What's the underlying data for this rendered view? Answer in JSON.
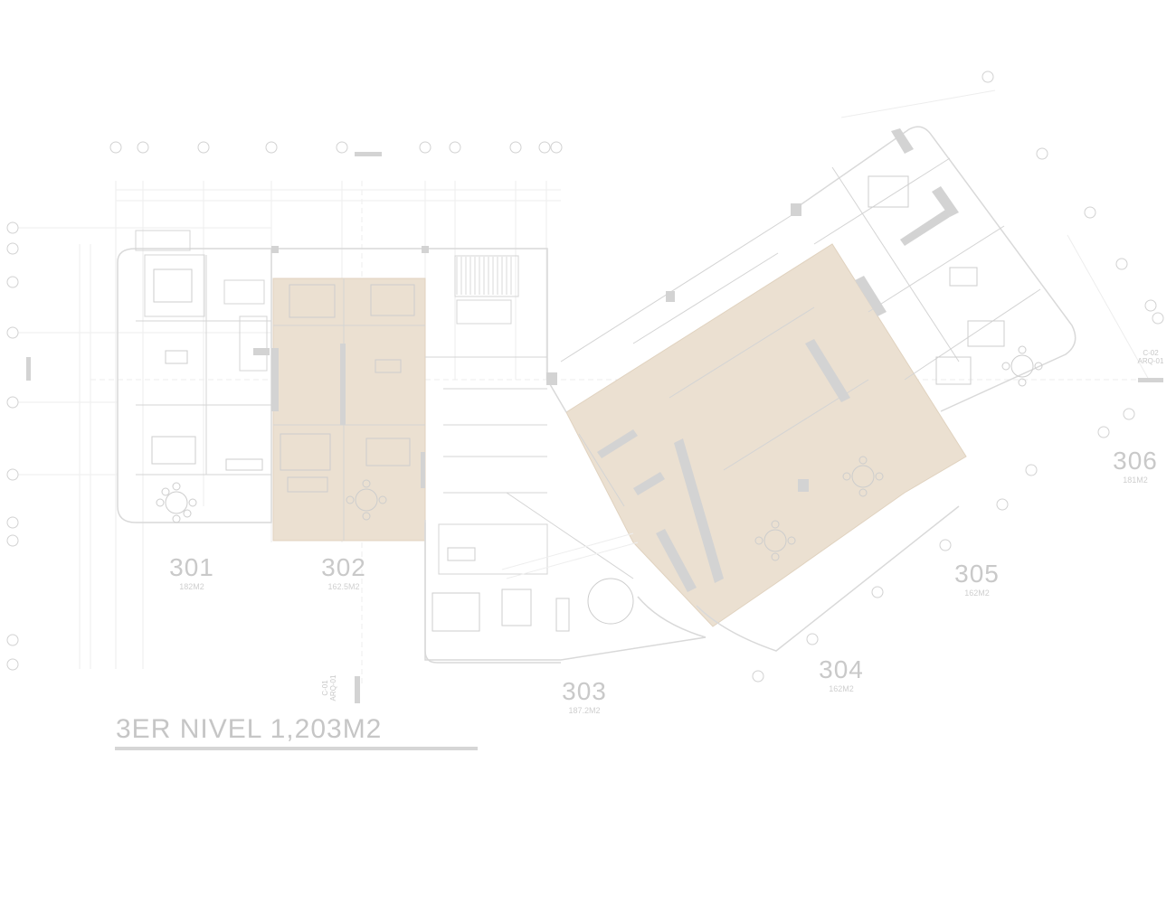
{
  "colors": {
    "background": "#ffffff",
    "highlight": "#eadfcf",
    "wall": "#d9d9d9",
    "line": "#e4e4e4",
    "label": "#c9c9c9"
  },
  "title": "3ER NIVEL 1,203M2",
  "units": [
    {
      "id": "301",
      "number": "301",
      "area": "182M2",
      "highlighted": false
    },
    {
      "id": "302",
      "number": "302",
      "area": "162.5M2",
      "highlighted": true
    },
    {
      "id": "303",
      "number": "303",
      "area": "187.2M2",
      "highlighted": false
    },
    {
      "id": "304",
      "number": "304",
      "area": "162M2",
      "highlighted": true
    },
    {
      "id": "305",
      "number": "305",
      "area": "162M2",
      "highlighted": true
    },
    {
      "id": "306",
      "number": "306",
      "area": "181M2",
      "highlighted": false
    }
  ],
  "section_markers": [
    {
      "id": "c01",
      "code": "C-01",
      "sheet": "ARQ-01"
    },
    {
      "id": "c02",
      "code": "C-02",
      "sheet": "ARQ-01"
    }
  ],
  "icons": [
    "grid-bubble-icon",
    "stair-icon",
    "dining-table-icon",
    "bed-icon",
    "sofa-icon"
  ]
}
